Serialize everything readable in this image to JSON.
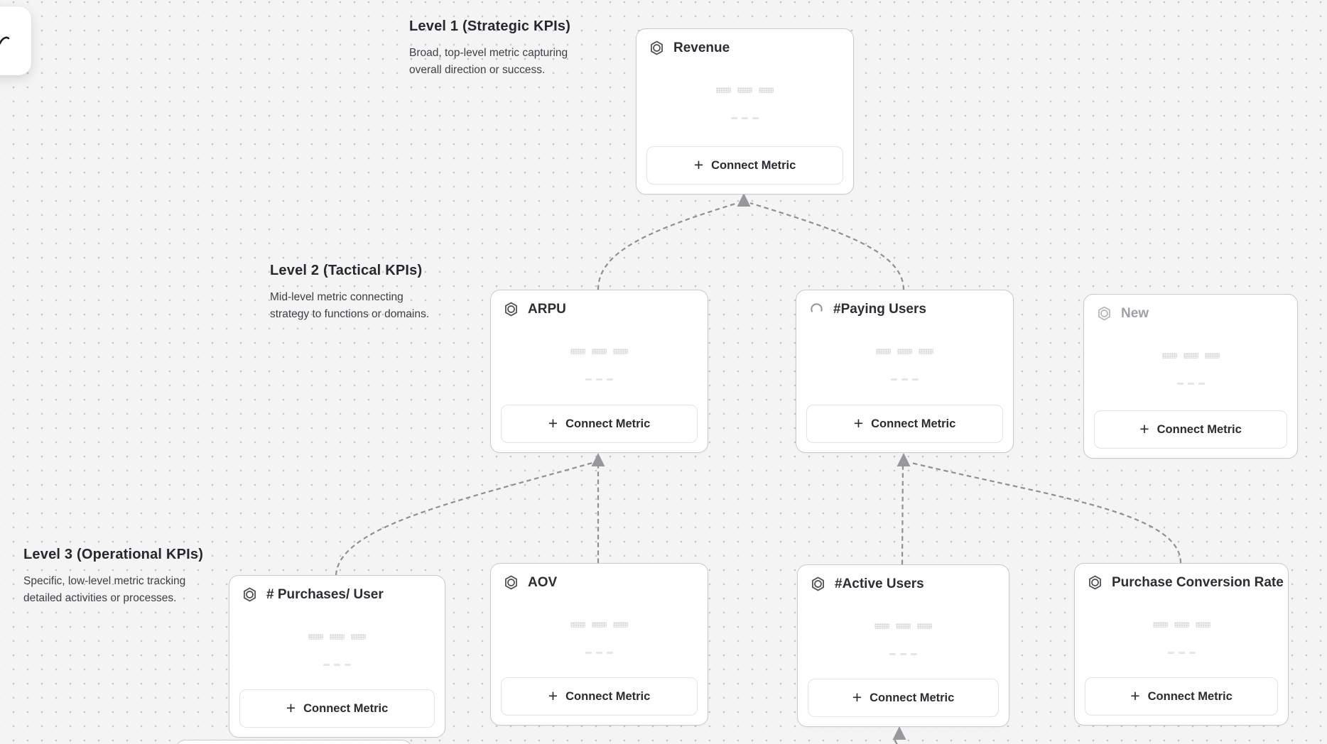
{
  "canvas": {
    "background_color": "#f4f4f5",
    "dot_grid_color": "#c5c6c8",
    "connector_color": "#8f9093",
    "arrowhead_color": "#97989b"
  },
  "toolbar": {
    "tool_icon": "cursor-tool-icon"
  },
  "levels": [
    {
      "title": "Level 1 (Strategic KPIs)",
      "description": "Broad, top-level metric capturing overall direction or success."
    },
    {
      "title": "Level 2 (Tactical KPIs)",
      "description": "Mid-level metric connecting strategy to functions or domains."
    },
    {
      "title": "Level 3 (Operational KPIs)",
      "description": "Specific, low-level metric tracking detailed activities or processes."
    }
  ],
  "cards": [
    {
      "id": "revenue",
      "level": 1,
      "title": "Revenue",
      "icon": "hexagon-metric-icon",
      "state": "default",
      "button_label": "Connect Metric"
    },
    {
      "id": "arpu",
      "level": 2,
      "title": "ARPU",
      "icon": "hexagon-metric-icon",
      "state": "default",
      "button_label": "Connect Metric"
    },
    {
      "id": "paying-users",
      "level": 2,
      "title": "#Paying Users",
      "icon": "spinner-icon",
      "state": "loading",
      "button_label": "Connect Metric"
    },
    {
      "id": "new",
      "level": 2,
      "title": "New",
      "icon": "hexagon-metric-icon",
      "state": "draft",
      "button_label": "Connect Metric"
    },
    {
      "id": "purchases-per-user",
      "level": 3,
      "title": "# Purchases/ User",
      "icon": "hexagon-metric-icon",
      "state": "default",
      "button_label": "Connect Metric"
    },
    {
      "id": "aov",
      "level": 3,
      "title": "AOV",
      "icon": "hexagon-metric-icon",
      "state": "default",
      "button_label": "Connect Metric"
    },
    {
      "id": "active-users",
      "level": 3,
      "title": "#Active Users",
      "icon": "hexagon-metric-icon",
      "state": "default",
      "button_label": "Connect Metric"
    },
    {
      "id": "purchase-conversion-rate",
      "level": 3,
      "title": "Purchase Conversion Rate",
      "icon": "hexagon-metric-icon",
      "state": "default",
      "button_label": "Connect Metric"
    }
  ],
  "connections": [
    {
      "from": "arpu",
      "to": "revenue"
    },
    {
      "from": "paying-users",
      "to": "revenue"
    },
    {
      "from": "purchases-per-user",
      "to": "arpu"
    },
    {
      "from": "aov",
      "to": "arpu"
    },
    {
      "from": "active-users",
      "to": "paying-users"
    },
    {
      "from": "purchase-conversion-rate",
      "to": "paying-users"
    },
    {
      "from": "offscreen-below",
      "to": "active-users"
    }
  ]
}
